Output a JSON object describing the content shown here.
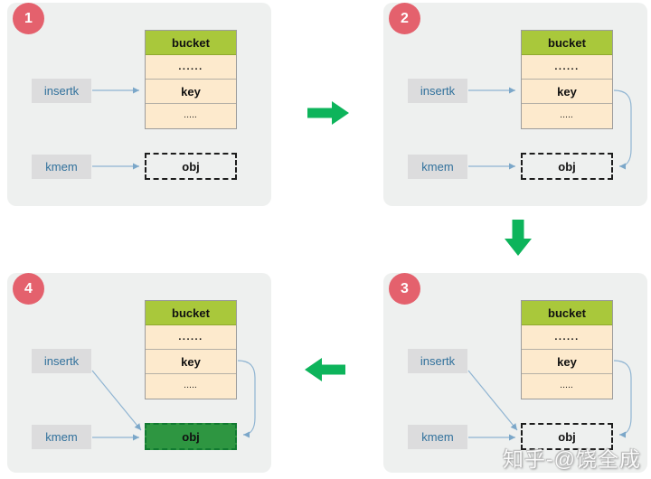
{
  "panels": [
    {
      "step": "1",
      "insertk": "insertk",
      "kmem": "kmem",
      "obj": "obj",
      "table": {
        "header": "bucket",
        "rows": [
          "......",
          "key",
          "....."
        ]
      }
    },
    {
      "step": "2",
      "insertk": "insertk",
      "kmem": "kmem",
      "obj": "obj",
      "table": {
        "header": "bucket",
        "rows": [
          "......",
          "key",
          "....."
        ]
      }
    },
    {
      "step": "3",
      "insertk": "insertk",
      "kmem": "kmem",
      "obj": "obj",
      "table": {
        "header": "bucket",
        "rows": [
          "......",
          "key",
          "....."
        ]
      }
    },
    {
      "step": "4",
      "insertk": "insertk",
      "kmem": "kmem",
      "obj": "obj",
      "table": {
        "header": "bucket",
        "rows": [
          "......",
          "key",
          "....."
        ]
      }
    }
  ],
  "watermark": "知乎-@饶全成",
  "colors": {
    "panel_bg": "#eef0ef",
    "badge": "#e4616d",
    "bucket_header": "#a9c83b",
    "table_row": "#fdeacd",
    "label_box": "#dcdcdd",
    "label_text": "#31719c",
    "wire": "#8fb4d2",
    "flow_arrow": "#0db45b",
    "obj_filled": "#2e9641"
  }
}
